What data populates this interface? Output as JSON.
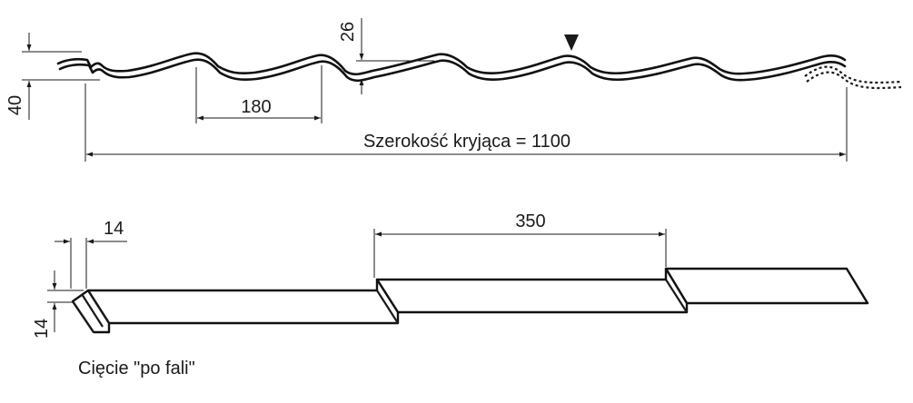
{
  "profile": {
    "dim_height_total": "40",
    "dim_wave_height": "26",
    "dim_wave_pitch": "180",
    "dim_cover_width": "Szerokość kryjąca = 1100"
  },
  "cut": {
    "dim_step_width": "14",
    "dim_step_height": "14",
    "dim_module_length": "350",
    "caption": "Cięcie \"po fali\""
  }
}
